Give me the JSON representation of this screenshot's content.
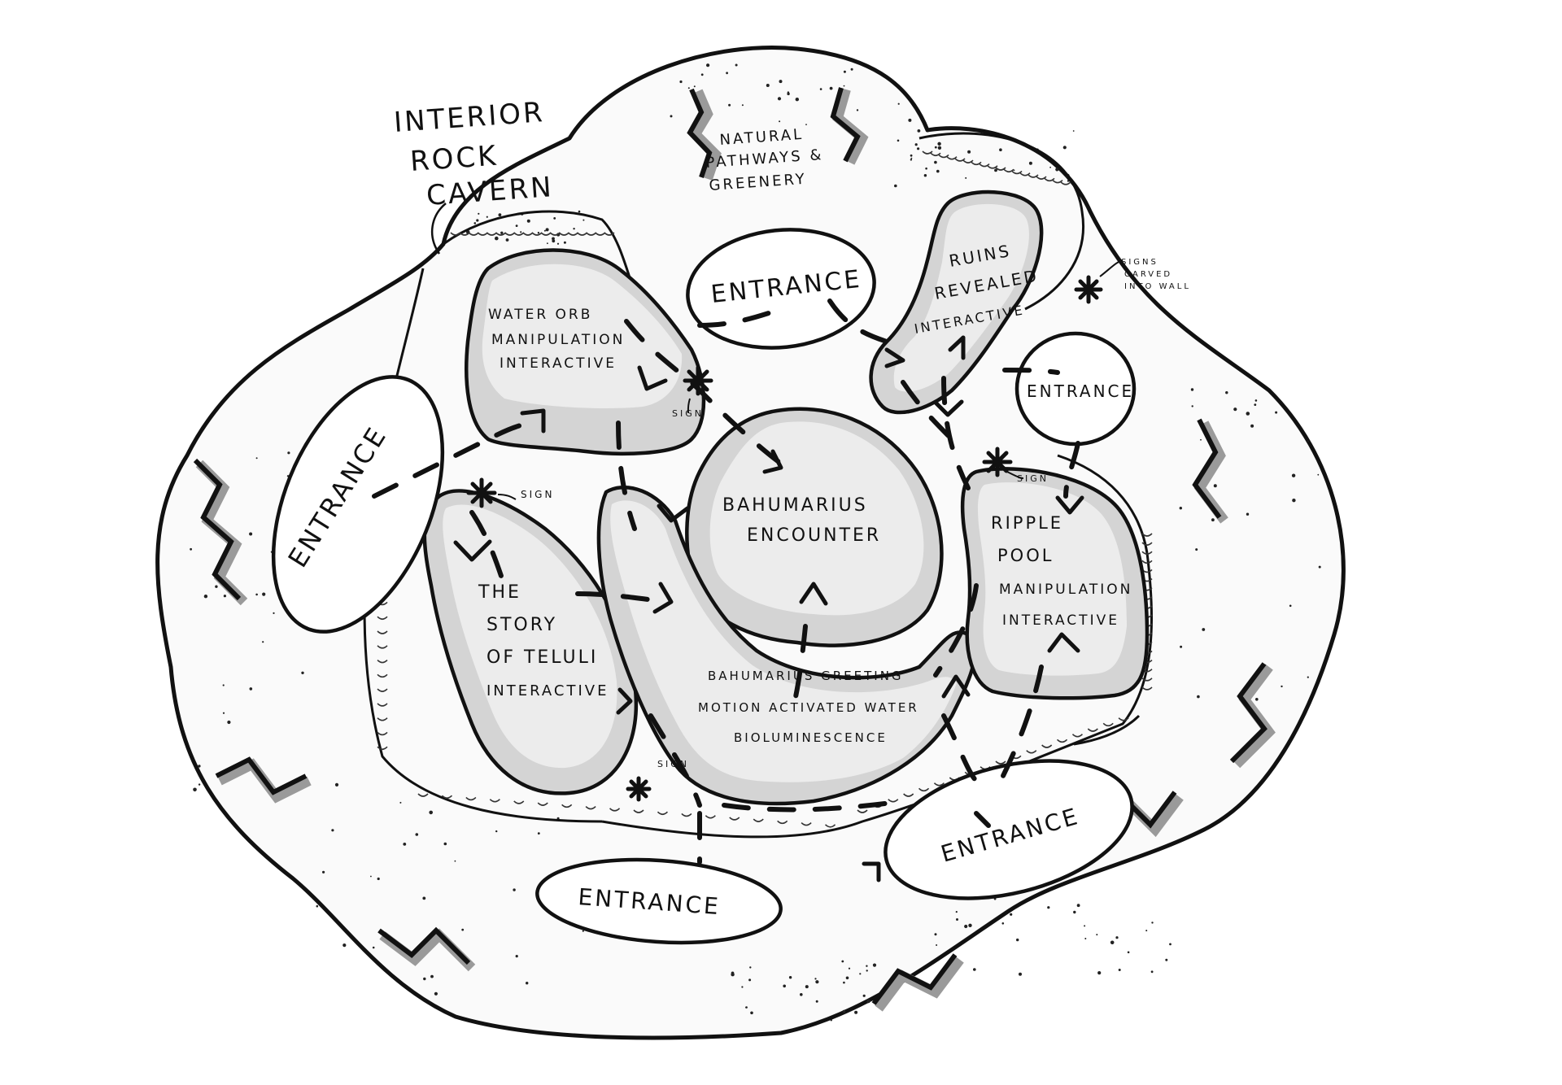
{
  "title_note": {
    "line1": "INTERIOR",
    "line2": "ROCK",
    "line3": "CAVERN"
  },
  "areas": {
    "natural_pathways": {
      "line1": "NATURAL",
      "line2": "PATHWAYS &",
      "line3": "GREENERY"
    },
    "water_orb": {
      "line1": "WATER ORB",
      "line2": "MANIPULATION",
      "line3": "INTERACTIVE"
    },
    "ruins": {
      "line1": "RUINS",
      "line2": "REVEALED",
      "line3": "INTERACTIVE"
    },
    "bahumarius_encounter": {
      "line1": "BAHUMARIUS",
      "line2": "ENCOUNTER"
    },
    "story_teluli": {
      "line1": "THE",
      "line2": "STORY",
      "line3": "OF TELULI",
      "line4": "INTERACTIVE"
    },
    "ripple_pool": {
      "line1": "RIPPLE",
      "line2": "POOL",
      "line3": "MANIPULATION",
      "line4": "INTERACTIVE"
    },
    "greeting": {
      "line1": "BAHUMARIUS GREETING",
      "line2": "MOTION ACTIVATED WATER",
      "line3": "BIOLUMINESCENCE"
    }
  },
  "entrances": {
    "top": "ENTRANCE",
    "left": "ENTRANCE",
    "right": "ENTRANCE",
    "bottom_left": "ENTRANCE",
    "bottom_right": "ENTRANCE"
  },
  "signs": {
    "sign_a": "SIGN",
    "sign_b": "SIGN",
    "sign_c": "SIGN",
    "sign_d": "SIGN",
    "carved_line1": "SIGNS",
    "carved_line2": "CARVED",
    "carved_line3": "INTO WALL"
  }
}
